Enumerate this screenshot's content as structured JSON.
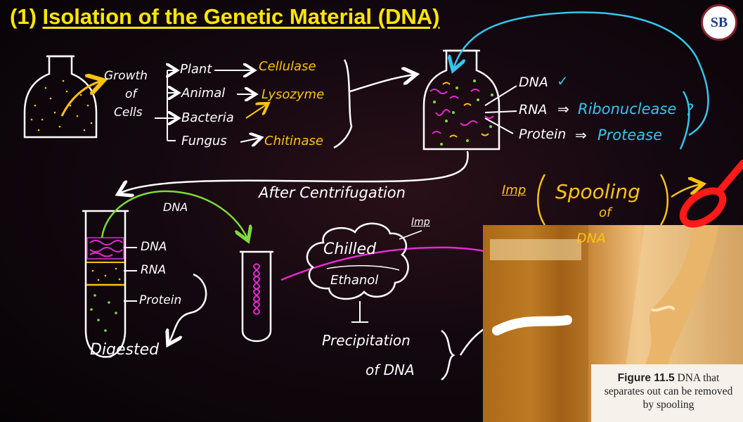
{
  "title": {
    "number": "(1)",
    "text": "Isolation of the Genetic Material (DNA)"
  },
  "logo": {
    "text": "SB"
  },
  "growth": {
    "line1": "Growth",
    "line2": "of",
    "line3": "Cells"
  },
  "sources": [
    "Plant",
    "Animal",
    "Bacteria",
    "Fungus"
  ],
  "enzymes": [
    "Cellulase",
    "Lysozyme",
    "Chitinase"
  ],
  "components": [
    {
      "name": "DNA",
      "mark": "✓",
      "enzyme": ""
    },
    {
      "name": "RNA",
      "mark": "",
      "enzyme": "Ribonuclease"
    },
    {
      "name": "Protein",
      "mark": "",
      "enzyme": "Protease"
    }
  ],
  "implies": "⇒",
  "question_mark": "?",
  "after_centrifugation": "After Centrifugation",
  "tube_label": "DNA",
  "layers": [
    "DNA",
    "RNA",
    "Protein"
  ],
  "digested": "Digested",
  "chilled": "Chilled",
  "ethanol": "Ethanol",
  "imp_small": "Imp",
  "imp_big": "Imp",
  "spooling": {
    "line1": "Spooling",
    "line2": "of",
    "line3": "DNA"
  },
  "precipitation": {
    "line1": "Precipitation",
    "line2": "of DNA"
  },
  "figure": {
    "label": "Figure 11.5",
    "text": "DNA that separates out can be removed by spooling"
  },
  "colors": {
    "title": "#ffe600",
    "chalk": "#ffffff",
    "yellow": "#ffc30f",
    "cyan": "#34c6ee",
    "green": "#7ddc3a",
    "magenta": "#e62ad0",
    "red": "#ff1a1a"
  }
}
